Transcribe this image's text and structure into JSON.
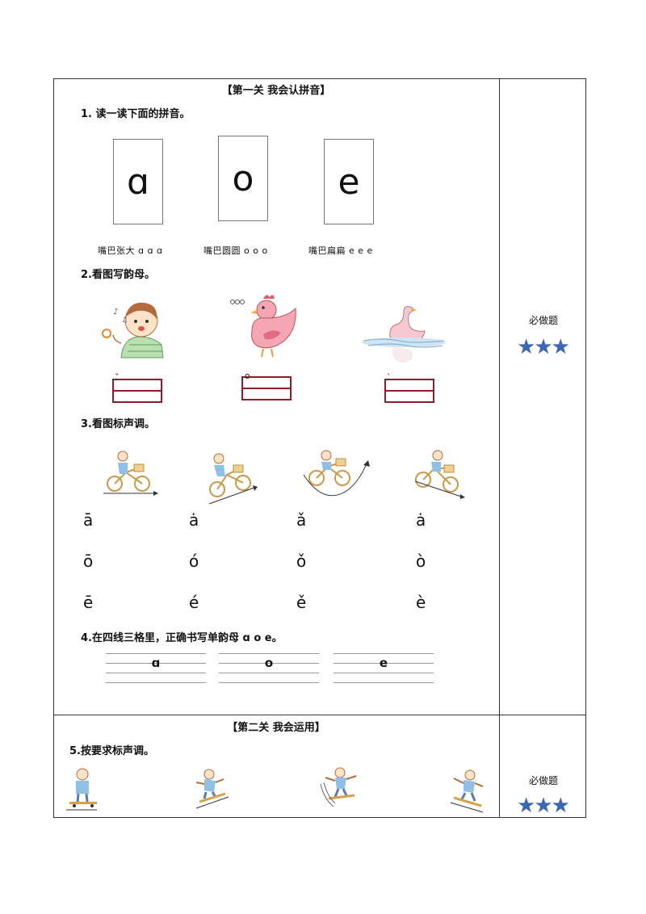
{
  "section1": {
    "title": "【第一关 我会认拼音】",
    "side_label": "必做题",
    "stars": "★★★"
  },
  "q1": {
    "label": "1.  读一读下面的拼音。",
    "cards": [
      {
        "letter": "ɑ",
        "caption": "嘴巴张大 ɑ ɑ ɑ"
      },
      {
        "letter": "o",
        "caption": "嘴巴圆圆 o o o"
      },
      {
        "letter": "e",
        "caption": "嘴巴扁扁 e e e"
      }
    ]
  },
  "q2": {
    "label": "2.看图写韵母。",
    "marks": [
      "ˇ",
      "o",
      "ˋ"
    ]
  },
  "q3": {
    "label": "3.看图标声调。",
    "rows": [
      [
        "ā",
        "ȧ",
        "ǎ",
        "ȧ"
      ],
      [
        "ō",
        "ó",
        "ǒ",
        "ò"
      ],
      [
        "ē",
        "é",
        "ě",
        "è"
      ]
    ]
  },
  "q4": {
    "label": "4.在四线三格里，正确书写单韵母 ɑ o e。",
    "letters": [
      "ɑ",
      "o",
      "e"
    ]
  },
  "section2": {
    "title": "【第二关 我会运用】",
    "side_label": "必做题",
    "stars": "★★★"
  },
  "q5": {
    "label": "5.按要求标声调。"
  }
}
